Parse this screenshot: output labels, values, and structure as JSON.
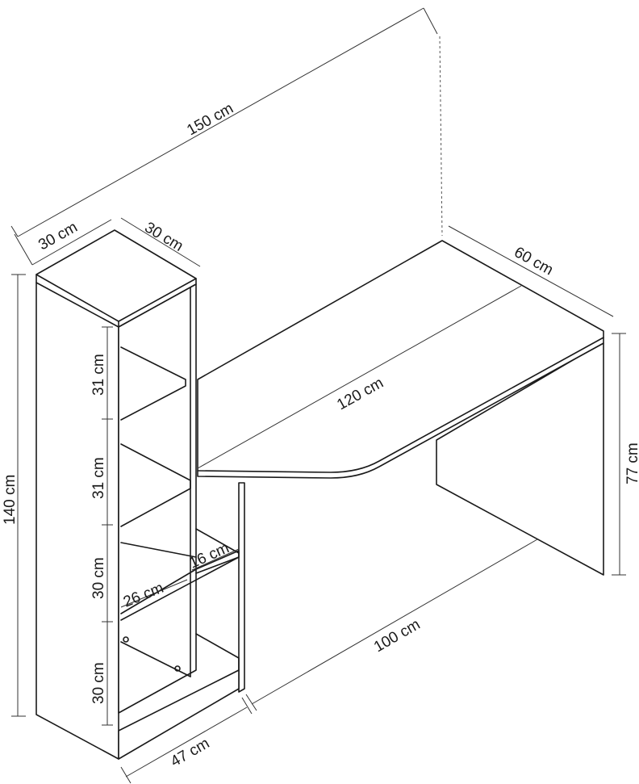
{
  "colors": {
    "line": "#1a1a1a",
    "dimension": "#333333",
    "background": "#ffffff"
  },
  "dimensions": {
    "total_width": "150 cm",
    "shelf_width": "30 cm",
    "shelf_depth": "30 cm",
    "desk_depth": "60 cm",
    "desktop_length": "120 cm",
    "desk_height": "77 cm",
    "total_height": "140 cm",
    "compartment_1": "31 cm",
    "compartment_2": "31 cm",
    "compartment_3": "30 cm",
    "compartment_4": "30 cm",
    "small_shelf_width": "26 cm",
    "small_shelf_depth": "16 cm",
    "legroom_width": "100 cm",
    "base_width": "47 cm"
  }
}
